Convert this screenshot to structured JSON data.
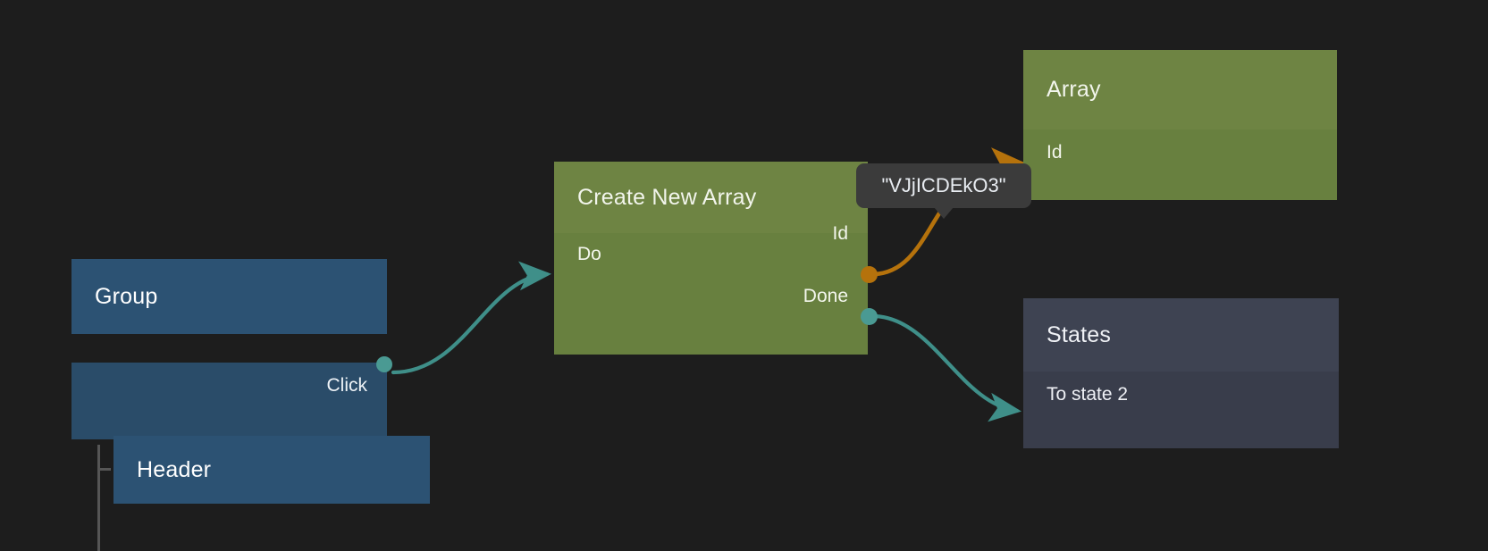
{
  "editor": {
    "name": "node-graph-editor",
    "background": "#1d1d1d"
  },
  "colors": {
    "blue_header": "#2c5273",
    "blue_body": "#2a4c69",
    "green_header": "#6e8443",
    "green_body": "#68803f",
    "slate_header": "#3e4352",
    "slate_body": "#393d4b",
    "exec_wire": "#4a9a93",
    "data_wire": "#b5720c",
    "tooltip_bg": "#3b3b3b"
  },
  "nodes": [
    {
      "id": "group",
      "title": "Group",
      "kind": "blue",
      "outputs": [
        {
          "label": "Click",
          "port": "teal"
        }
      ]
    },
    {
      "id": "header",
      "title": "Header",
      "kind": "blue",
      "outputs": []
    },
    {
      "id": "create-new-array",
      "title": "Create New Array",
      "kind": "green",
      "inputs": [
        {
          "label": "Do",
          "port": "teal"
        }
      ],
      "outputs": [
        {
          "label": "Id",
          "port": "orange"
        },
        {
          "label": "Done",
          "port": "teal"
        }
      ]
    },
    {
      "id": "array",
      "title": "Array",
      "kind": "green",
      "inputs": [
        {
          "label": "Id",
          "port": "orange"
        }
      ]
    },
    {
      "id": "states",
      "title": "States",
      "kind": "slate",
      "inputs": [
        {
          "label": "To state 2",
          "port": "teal"
        }
      ]
    }
  ],
  "tooltip": {
    "text": "\"VJjICDEkO3\""
  }
}
